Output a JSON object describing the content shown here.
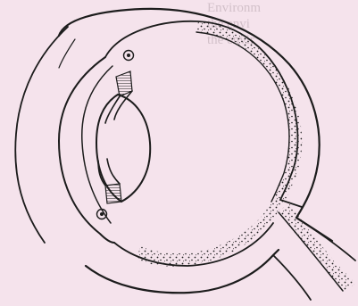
{
  "colors": {
    "background": "#f5e3ec",
    "ink": "#1c1c1c",
    "bleed_text": "#7a6a72"
  },
  "bleed_through_text": [
    "Environm",
    "the envi",
    "the envir"
  ],
  "diagram": {
    "subject": "sagittal-section-of-human-eye"
  }
}
